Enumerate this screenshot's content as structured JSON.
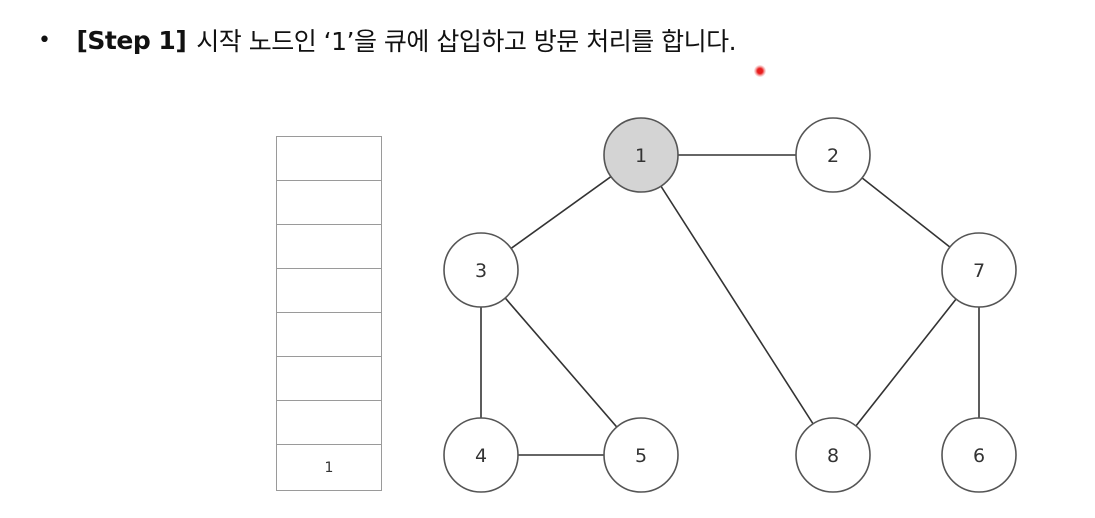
{
  "heading": {
    "bullet": "•",
    "step": "[Step 1]",
    "text": "시작 노드인 ‘1’을 큐에 삽입하고 방문 처리를 합니다."
  },
  "queue": [
    "",
    "",
    "",
    "",
    "",
    "",
    "",
    "1"
  ],
  "graph": {
    "nodes": [
      {
        "id": "1",
        "visited": true
      },
      {
        "id": "2",
        "visited": false
      },
      {
        "id": "3",
        "visited": false
      },
      {
        "id": "4",
        "visited": false
      },
      {
        "id": "5",
        "visited": false
      },
      {
        "id": "6",
        "visited": false
      },
      {
        "id": "7",
        "visited": false
      },
      {
        "id": "8",
        "visited": false
      }
    ],
    "edges": [
      [
        "1",
        "2"
      ],
      [
        "1",
        "3"
      ],
      [
        "1",
        "8"
      ],
      [
        "2",
        "7"
      ],
      [
        "3",
        "4"
      ],
      [
        "3",
        "5"
      ],
      [
        "4",
        "5"
      ],
      [
        "7",
        "8"
      ],
      [
        "7",
        "6"
      ]
    ]
  },
  "colors": {
    "visited_fill": "#d4d4d4",
    "unvisited_fill": "#ffffff",
    "stroke": "#555555",
    "edge": "#333333",
    "cursor": "#e81d1d"
  }
}
